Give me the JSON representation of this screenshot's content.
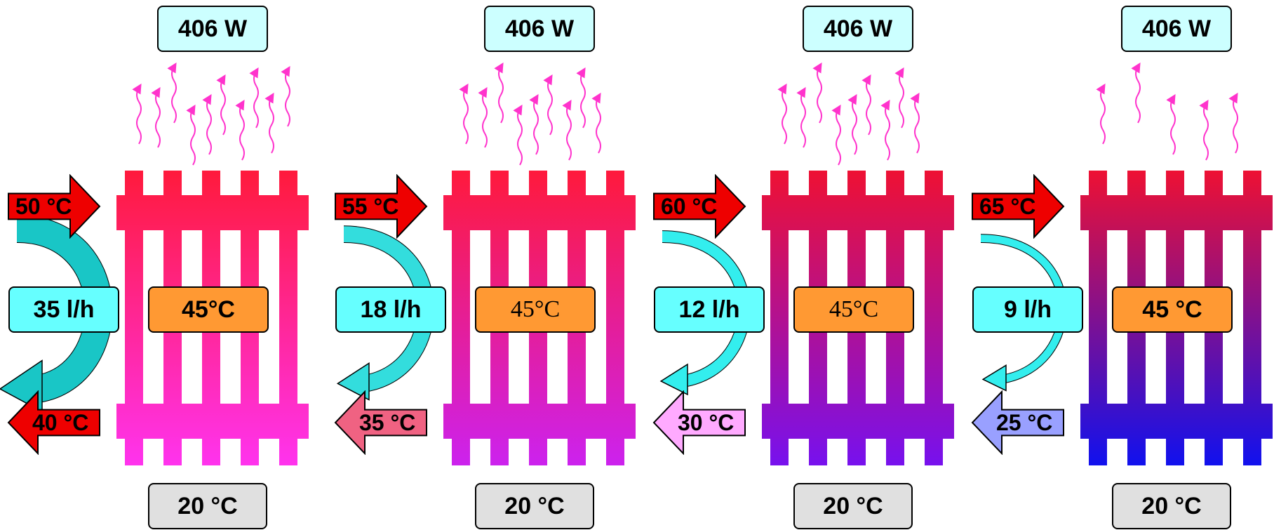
{
  "panels": [
    {
      "power": "406 W",
      "supply_temp": "50 °C",
      "return_temp": "40 °C",
      "flow": "35 l/h",
      "mean_temp": "45°C",
      "room_temp": "20 °C",
      "colors": {
        "top": "#ff1a3c",
        "bottom": "#ff33ee",
        "return_arrow": "#ee0000",
        "flow_arrow": "#19c6c6"
      }
    },
    {
      "power": "406 W",
      "supply_temp": "55 °C",
      "return_temp": "35 °C",
      "flow": "18 l/h",
      "mean_temp": "45°C",
      "room_temp": "20 °C",
      "colors": {
        "top": "#ff1a3c",
        "bottom": "#cc22ee",
        "return_arrow": "#f06282",
        "flow_arrow": "#33dddd"
      }
    },
    {
      "power": "406 W",
      "supply_temp": "60 °C",
      "return_temp": "30 °C",
      "flow": "12 l/h",
      "mean_temp": "45°C",
      "room_temp": "20 °C",
      "colors": {
        "top": "#ee1133",
        "bottom": "#7711ee",
        "return_arrow": "#ffaaff",
        "flow_arrow": "#33eeee"
      }
    },
    {
      "power": "406 W",
      "supply_temp": "65 °C",
      "return_temp": "25 °C",
      "flow": "9 l/h",
      "mean_temp": "45 °C",
      "room_temp": "20 °C",
      "colors": {
        "top": "#ee1133",
        "bottom": "#1111ee",
        "return_arrow": "#99a0ff",
        "flow_arrow": "#33eeee"
      }
    }
  ],
  "supply_arrow_color": "#ee0000",
  "heat_wave_color": "#ff33cc"
}
